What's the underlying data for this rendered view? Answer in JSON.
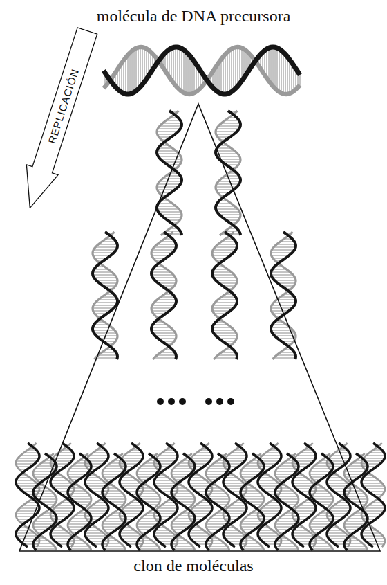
{
  "diagram": {
    "nodes": [
      {
        "text": [
          "REPLICACIÓN"
        ]
      }
    ],
    "labels": [
      "molécula de DNA precursora",
      "clon de moléculas"
    ]
  }
}
